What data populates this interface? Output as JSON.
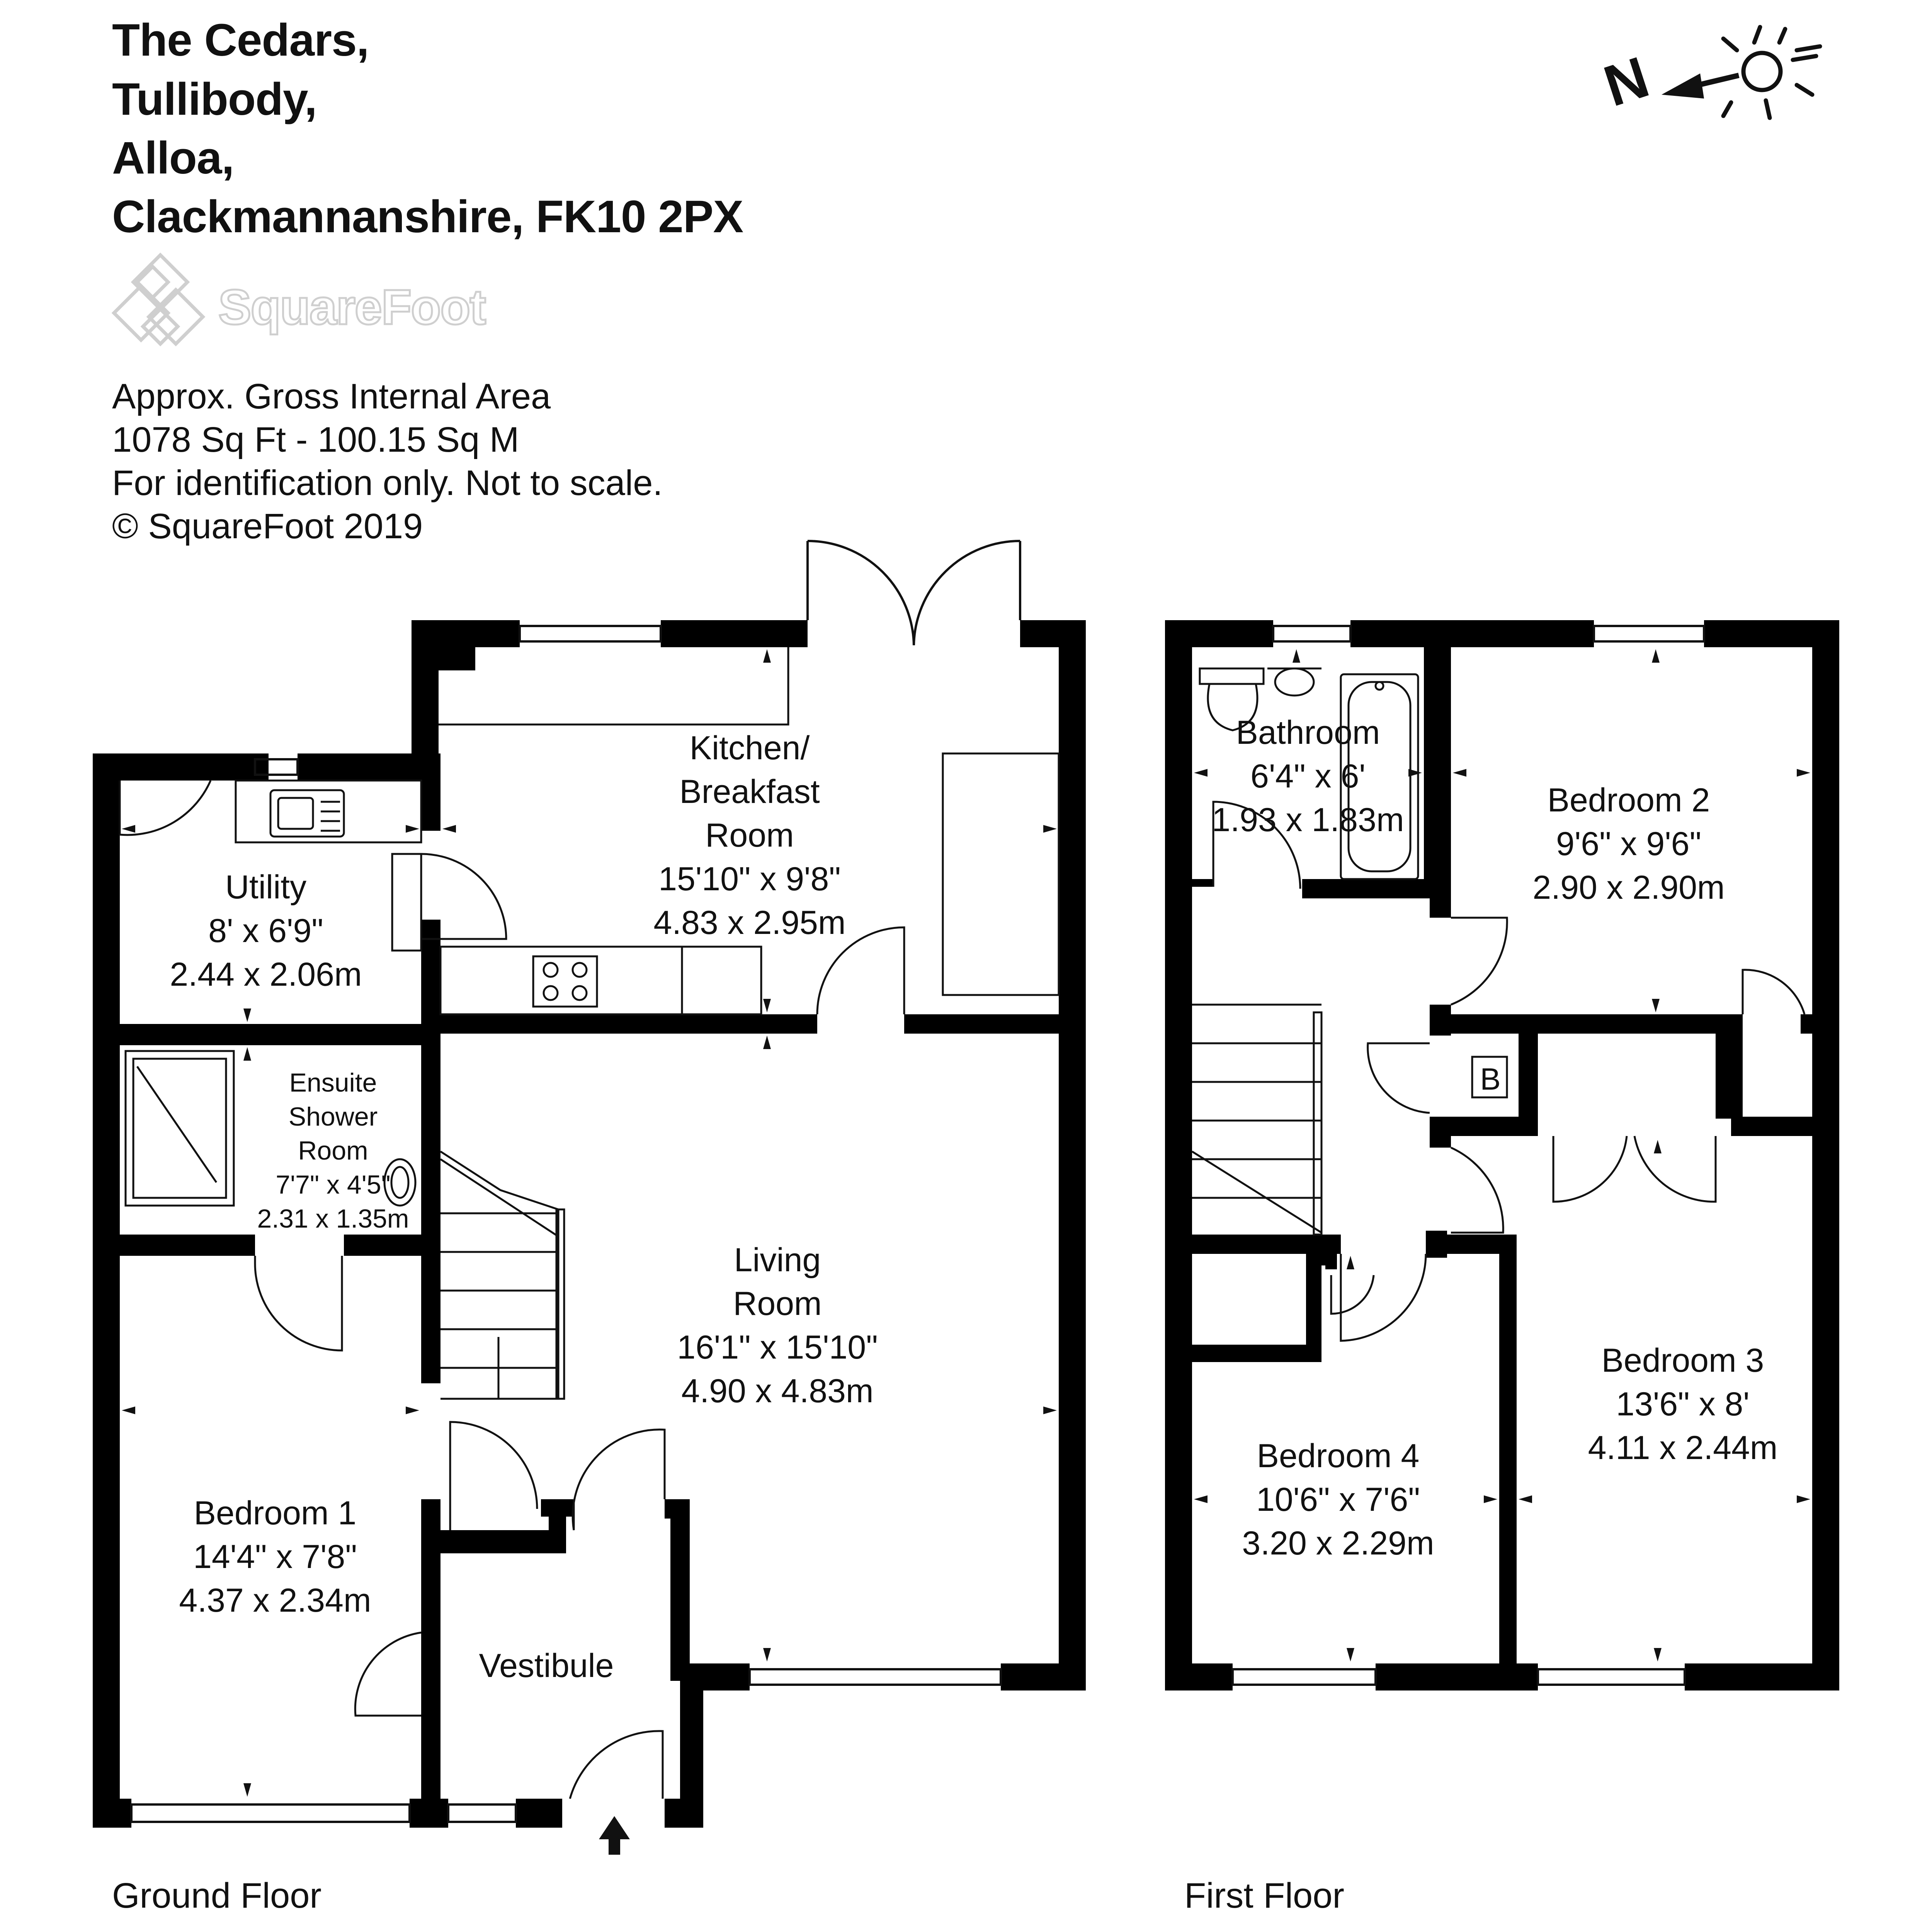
{
  "address": {
    "line1": "The Cedars,",
    "line2": "Tullibody,",
    "line3": "Alloa,",
    "line4": "Clackmannanshire, FK10 2PX"
  },
  "brand": {
    "name": "SquareFoot"
  },
  "info": {
    "line1": "Approx. Gross Internal Area",
    "line2": "1078 Sq Ft  -  100.15 Sq M",
    "line3": "For identification only. Not to scale.",
    "line4": "© SquareFoot 2019"
  },
  "compass": {
    "label": "N",
    "icon": "north-arrow-sun-icon"
  },
  "floors": {
    "ground": "Ground Floor",
    "first": "First Floor"
  },
  "rooms": {
    "kitchen": {
      "l1": "Kitchen/",
      "l2": "Breakfast",
      "l3": "Room",
      "imp": "15'10\" x 9'8\"",
      "met": "4.83 x 2.95m"
    },
    "utility": {
      "l1": "Utility",
      "imp": "8' x 6'9\"",
      "met": "2.44 x 2.06m"
    },
    "ensuite": {
      "l1": "Ensuite",
      "l2": "Shower",
      "l3": "Room",
      "imp": "7'7\" x 4'5\"",
      "met": "2.31 x 1.35m"
    },
    "living": {
      "l1": "Living",
      "l2": "Room",
      "imp": "16'1\" x 15'10\"",
      "met": "4.90 x 4.83m"
    },
    "bedroom1": {
      "l1": "Bedroom 1",
      "imp": "14'4\" x 7'8\"",
      "met": "4.37 x 2.34m"
    },
    "vestibule": {
      "l1": "Vestibule"
    },
    "bathroom": {
      "l1": "Bathroom",
      "imp": "6'4\" x 6'",
      "met": "1.93 x 1.83m"
    },
    "bedroom2": {
      "l1": "Bedroom 2",
      "imp": "9'6\" x 9'6\"",
      "met": "2.90 x 2.90m"
    },
    "bedroom3": {
      "l1": "Bedroom 3",
      "imp": "13'6\" x 8'",
      "met": "4.11 x 2.44m"
    },
    "bedroom4": {
      "l1": "Bedroom 4",
      "imp": "10'6\" x 7'6\"",
      "met": "3.20 x 2.29m"
    },
    "boiler": {
      "l1": "B"
    }
  }
}
